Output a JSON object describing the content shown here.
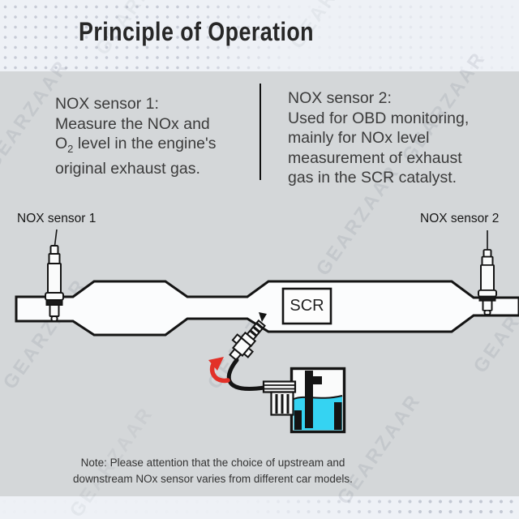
{
  "title": "Principle of Operation",
  "watermark": "GEARZAAR",
  "colors": {
    "liquid_cyan": "#35d3f2",
    "arrow_red": "#e23128",
    "panel_gray": "#d4d7d9",
    "band_light": "#eef1f6"
  },
  "sensor1_block": {
    "heading": "NOX sensor 1:",
    "line1": "Measure the NOx and",
    "line2_pre": "O",
    "line2_sub": "2",
    "line2_post": " level in the engine's",
    "line3": "original exhaust gas."
  },
  "sensor2_block": {
    "heading": "NOX sensor 2:",
    "line1": "Used for OBD monitoring,",
    "line2": "mainly for NOx level",
    "line3": "measurement of exhaust",
    "line4": "gas in the SCR catalyst."
  },
  "diagram": {
    "sensor1_label": "NOX sensor 1",
    "sensor2_label": "NOX sensor 2",
    "scr_label": "SCR"
  },
  "note": {
    "line1": "Note: Please attention that the choice of upstream and",
    "line2": "downstream NOx sensor varies from different car models."
  }
}
